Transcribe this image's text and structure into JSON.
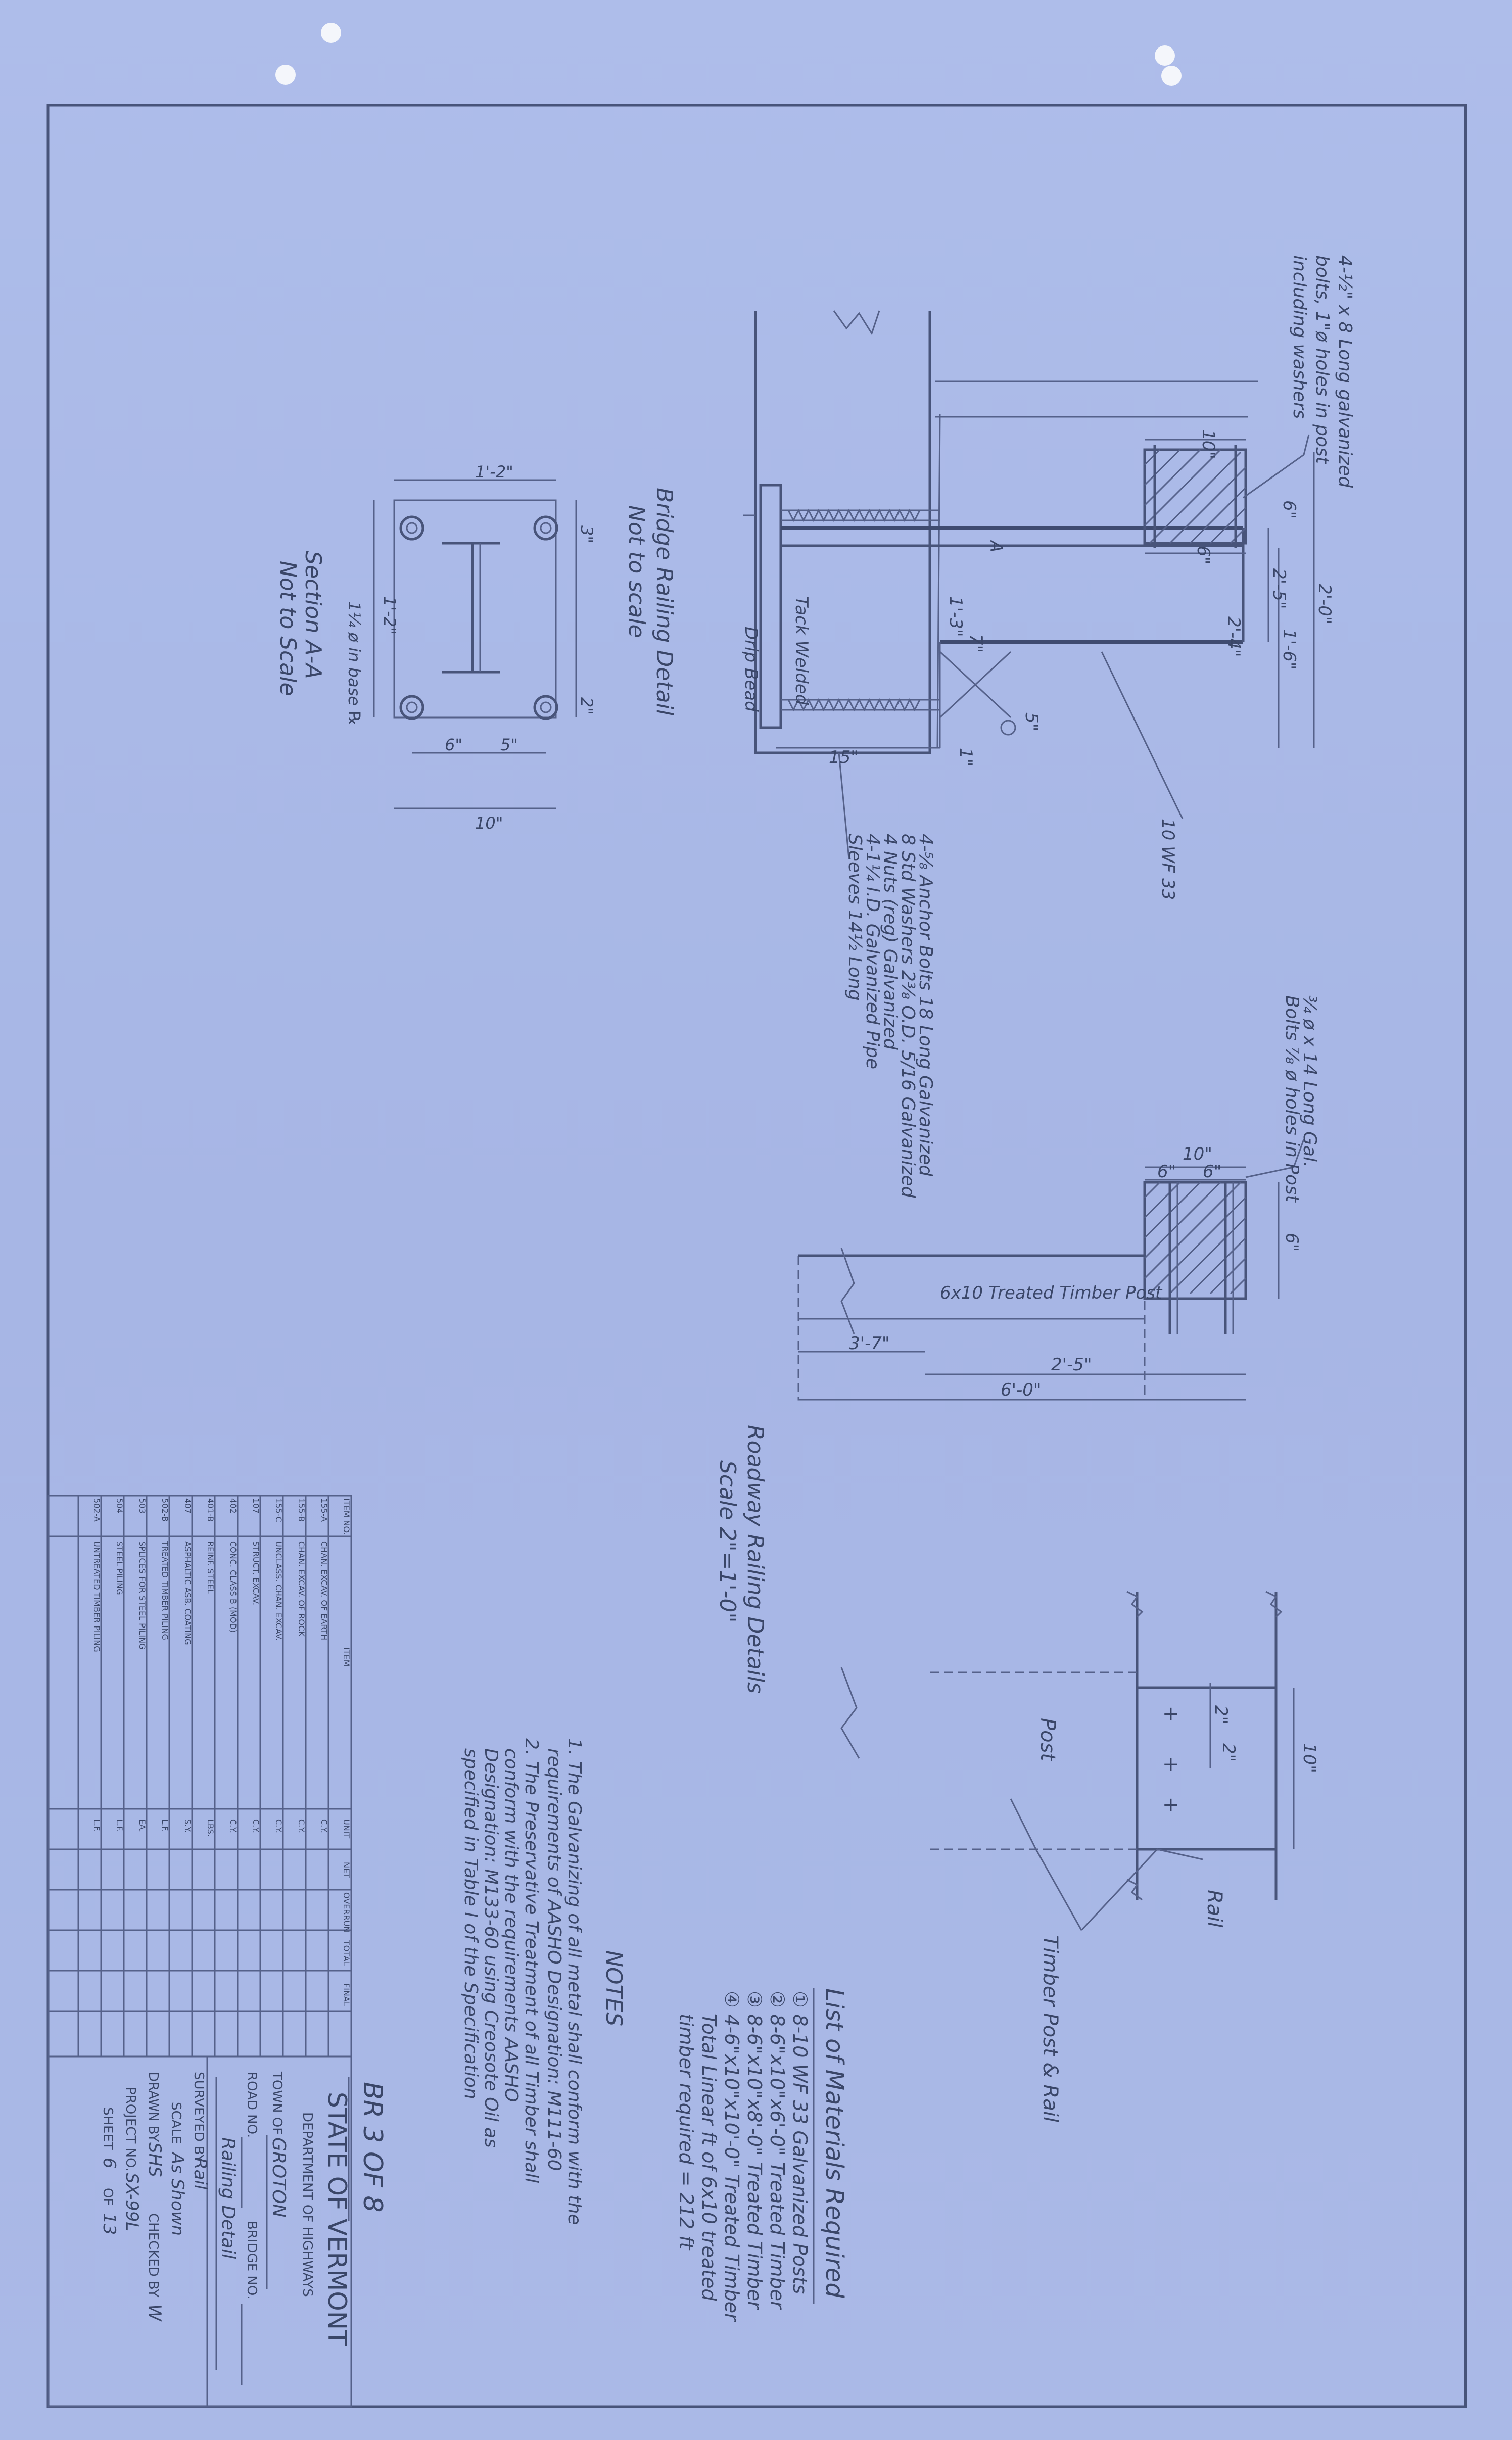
{
  "title_block": {
    "state": "STATE OF VERMONT",
    "department": "DEPARTMENT OF HIGHWAYS",
    "town_label": "TOWN OF",
    "town_value": "GROTON",
    "road_label": "ROAD NO.",
    "bridge_label": "BRIDGE NO.",
    "description": "Railing Detail",
    "surveyed_label": "SURVEYED BY",
    "surveyed_value": "Rail",
    "scale_label": "SCALE",
    "scale_value": "As Shown",
    "drawn_label": "DRAWN BY",
    "drawn_value": "SHS",
    "checked_label": "CHECKED BY",
    "checked_value": "W",
    "project_label": "PROJECT NO.",
    "project_value": "SX-99L",
    "sheet_label": "SHEET",
    "sheet_value": "6",
    "sheet_of": "OF",
    "sheet_total": "13",
    "bridge_ref": "BR 3 OF 8"
  },
  "quantities_table": {
    "headers": [
      "ITEM NO.",
      "ITEM",
      "UNIT",
      "NET",
      "OVERRUN",
      "TOTAL",
      "FINAL"
    ],
    "rows": [
      [
        "155-A",
        "CHAN. EXCAV. OF EARTH",
        "C.Y."
      ],
      [
        "155-B",
        "CHAN. EXCAV. OF ROCK",
        "C.Y."
      ],
      [
        "155-C",
        "UNCLASS. CHAN. EXCAV.",
        "C.Y."
      ],
      [
        "107",
        "STRUCT. EXCAV.",
        "C.Y."
      ],
      [
        "402",
        "CONC. CLASS B (MOD)",
        "C.Y."
      ],
      [
        "401-B",
        "REINF. STEEL",
        "LBS."
      ],
      [
        "407",
        "ASPHALTIC ASB. COATING",
        "S.Y."
      ],
      [
        "502-B",
        "TREATED TIMBER PILING",
        "L.F."
      ],
      [
        "503",
        "SPLICES FOR STEEL PILING",
        "EA."
      ],
      [
        "504",
        "STEEL PILING",
        "L.F."
      ],
      [
        "502-A",
        "UNTREATED TIMBER PILING",
        "L.F."
      ]
    ]
  },
  "notes": {
    "heading": "NOTES",
    "items": [
      "1. The Galvanizing of all metal shall conform with the",
      "requirements of AASHO Designation: M111-60",
      "2. The Preservative Treatment of all Timber shall",
      "conform with the requirements AASHO",
      "Designation: M133-60 using Creosote Oil as",
      "specified in Table I of the Specification"
    ]
  },
  "materials": {
    "heading": "List of Materials Required",
    "items": [
      "① 8-10 WF 33 Galvanized Posts",
      "② 8-6\"x10\"x6'-0\" Treated Timber",
      "③ 8-6\"x10\"x8'-0\" Treated Timber",
      "④ 4-6\"x10\"x10'-0\" Treated Timber",
      "Total Linear ft of 6x10 treated",
      "timber required = 212 ft"
    ]
  },
  "bridge_detail": {
    "title": "Bridge Railing Detail",
    "scale": "Not to scale",
    "bolts_note_1": "4-½\" x 8 Long galvanized",
    "bolts_note_2": "bolts, 1\"ø holes in post",
    "bolts_note_3": "including washers",
    "anchor_note_1": "4-⅝ Anchor Bolts 18 Long Galvanized",
    "anchor_note_2": "8 Std Washers 2⅜ O.D. 5/16 Galvanized",
    "anchor_note_3": "4 Nuts (reg) Galvanized",
    "anchor_note_4": "4-1¼ I.D. Galvanized Pipe",
    "anchor_note_5": "Sleeves 14½ Long",
    "dim_2_5": "2'-5\"",
    "dim_2_4": "2'-4\"",
    "dim_10": "10\"",
    "dim_6a": "6\"",
    "dim_6b": "6\"",
    "dim_2_0": "2'-0\"",
    "dim_1_6": "1'-6\"",
    "dim_1_3": "1'-3\"",
    "dim_7": "7\"",
    "dim_5": "5\"",
    "dim_1": "1\"",
    "dim_15": "15\"",
    "post_label": "10 WF 33",
    "tack_welded": "Tack Welded",
    "drip_bead": "Drip Bead",
    "section_mark": "A"
  },
  "section_aa": {
    "title": "Section A-A",
    "scale": "Not to Scale",
    "dim_1_2": "1'-2\"",
    "dim_1_2b": "1'-2\"",
    "dim_10": "10\"",
    "dim_6": "6\"",
    "dim_5": "5\"",
    "dim_3a": "3\"",
    "dim_2": "2\"",
    "base_pl": "1¼ ø in base ℞"
  },
  "roadway_detail": {
    "title": "Roadway Railing Details",
    "scale": "Scale 2\"=1'-0\"",
    "bolts_note_1": "¾ ø x 14 Long Gal.",
    "bolts_note_2": "Bolts ⅞ ø holes in Post",
    "post_label": "6x10 Treated Timber Post",
    "dim_10": "10\"",
    "dim_6a": "6\"",
    "dim_6b": "6\"",
    "dim_6c": "6\"",
    "dim_3_7": "3'-7\"",
    "dim_2_5": "2'-5\"",
    "dim_6_0": "6'-0\""
  },
  "post_rail_detail": {
    "title": "Timber Post & Rail",
    "post": "Post",
    "rail": "Rail",
    "dim_10": "10\"",
    "dim_2a": "2\"",
    "dim_2b": "2\""
  }
}
